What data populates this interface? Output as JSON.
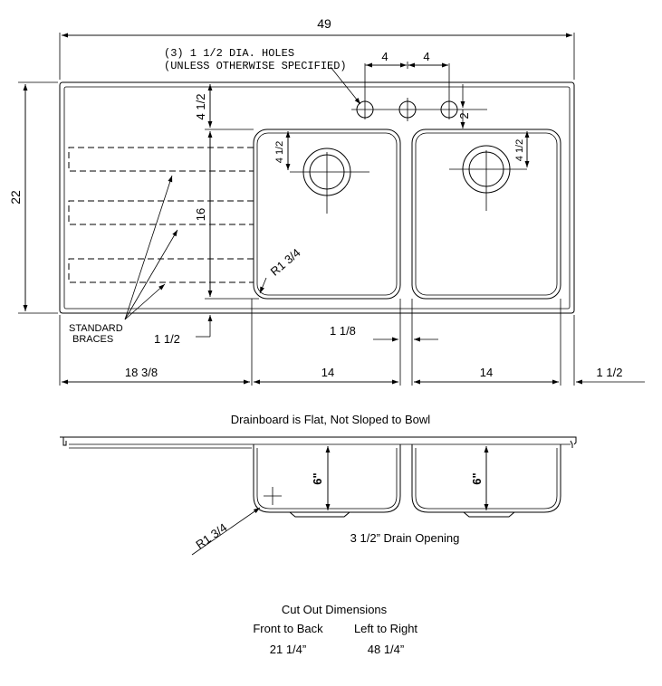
{
  "plan_view": {
    "overall_width": "49",
    "overall_depth": "22",
    "holes_note_line1": "(3) 1 1/2 DIA. HOLES",
    "holes_note_line2": "(UNLESS OTHERWISE SPECIFIED)",
    "hole_spacing_left": "4",
    "hole_spacing_right": "4",
    "hole_offset": "2",
    "backsplash_to_bowl": "4 1/2",
    "bowl_front_to_back": "16",
    "drain_offset_left": "4 1/2",
    "drain_offset_right": "4 1/2",
    "corner_radius": "R1 3/4",
    "braces_line1": "STANDARD",
    "braces_line2": "BRACES",
    "front_edge": "1 1/2",
    "bowl_divider": "1 1/8",
    "drainboard_width": "18 3/8",
    "bowl_left_width": "14",
    "bowl_right_width": "14",
    "right_edge": "1 1/2"
  },
  "section_view": {
    "note": "Drainboard is Flat, Not Sloped to Bowl",
    "bowl_depth_left": "6\"",
    "bowl_depth_right": "6\"",
    "corner_radius": "R1 3/4",
    "drain_note": "3 1/2” Drain Opening"
  },
  "cutout": {
    "title": "Cut Out Dimensions",
    "headers": [
      "Front to Back",
      "Left to Right"
    ],
    "values": [
      "21 1/4”",
      "48 1/4”"
    ]
  }
}
